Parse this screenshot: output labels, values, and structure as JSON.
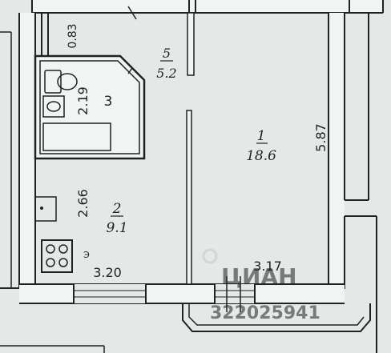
{
  "colors": {
    "paper": "#e6e8e8",
    "ink": "#1e2222",
    "wall_fill": "#f2f3f3",
    "watermark": "#bfc6c6"
  },
  "rooms": [
    {
      "number": "1",
      "area": "18.6"
    },
    {
      "number": "2",
      "area": "9.1"
    },
    {
      "number": "3",
      "area": ""
    },
    {
      "number": "5",
      "area": "5.2"
    }
  ],
  "dimensions": {
    "room1_height": "5.87",
    "room1_width": "3.17",
    "kitchen_height": "2.66",
    "kitchen_width": "3.20",
    "bath_height": "2.19",
    "closet_width": "0.83"
  },
  "stove_symbol": "Э",
  "watermark": {
    "brand": "ЦИАН",
    "id": "322025941"
  }
}
